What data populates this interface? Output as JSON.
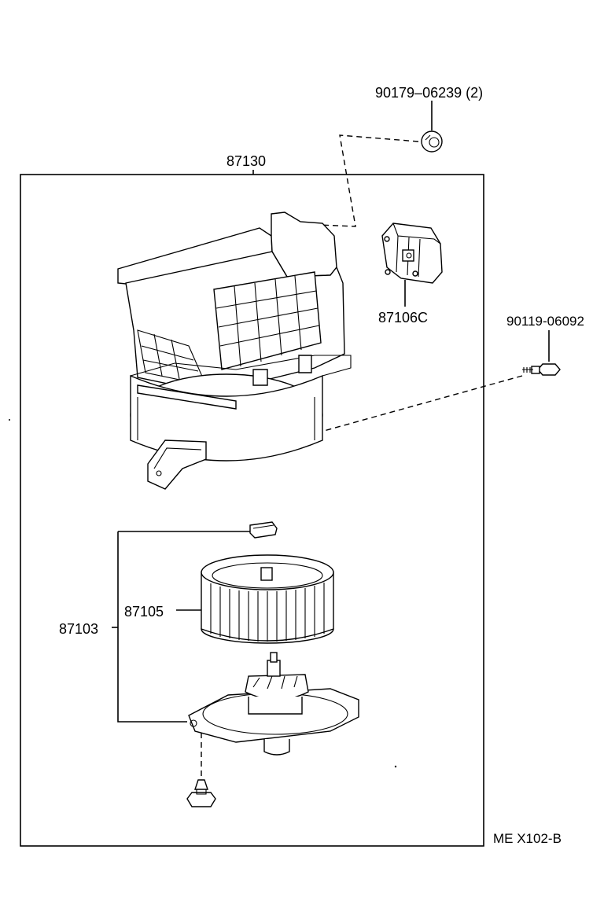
{
  "parts": {
    "nut_label": "90179–06239 (2)",
    "housing_label": "87130",
    "resistor_label": "87106C",
    "screw_label": "90119-06092",
    "motor_assy_label": "87103",
    "fan_label": "87105"
  },
  "diagram_code": "ME X102-B"
}
